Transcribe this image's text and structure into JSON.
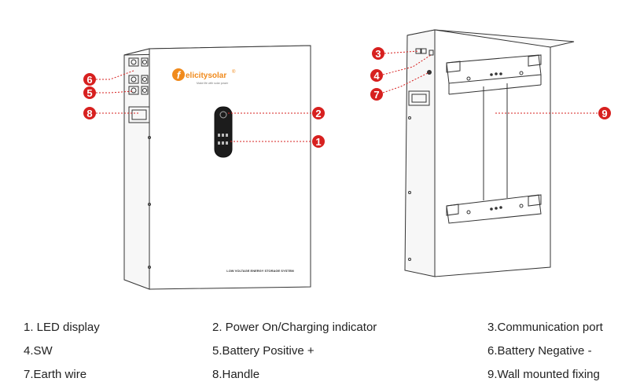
{
  "product": {
    "brand_initial": "f",
    "brand_name": "elicitysolar",
    "brand_mark": "®",
    "brand_tagline": "Make life with solar power",
    "panel_caption": "LOW VOLTAGE ENERGY STORAGE SYSTEM"
  },
  "callouts": [
    {
      "num": "1"
    },
    {
      "num": "2"
    },
    {
      "num": "3"
    },
    {
      "num": "4"
    },
    {
      "num": "5"
    },
    {
      "num": "6"
    },
    {
      "num": "7"
    },
    {
      "num": "8"
    },
    {
      "num": "9"
    }
  ],
  "legend": [
    "1. LED display",
    "2. Power On/Charging indicator",
    "3.Communication port",
    "4.SW",
    "5.Battery Positive +",
    "6.Battery  Negative  -",
    "7.Earth wire",
    "8.Handle",
    "9.Wall mounted fixing"
  ],
  "colors": {
    "callout_red": "#d7201f",
    "brand_orange": "#f08a1c",
    "line": "#333333"
  }
}
